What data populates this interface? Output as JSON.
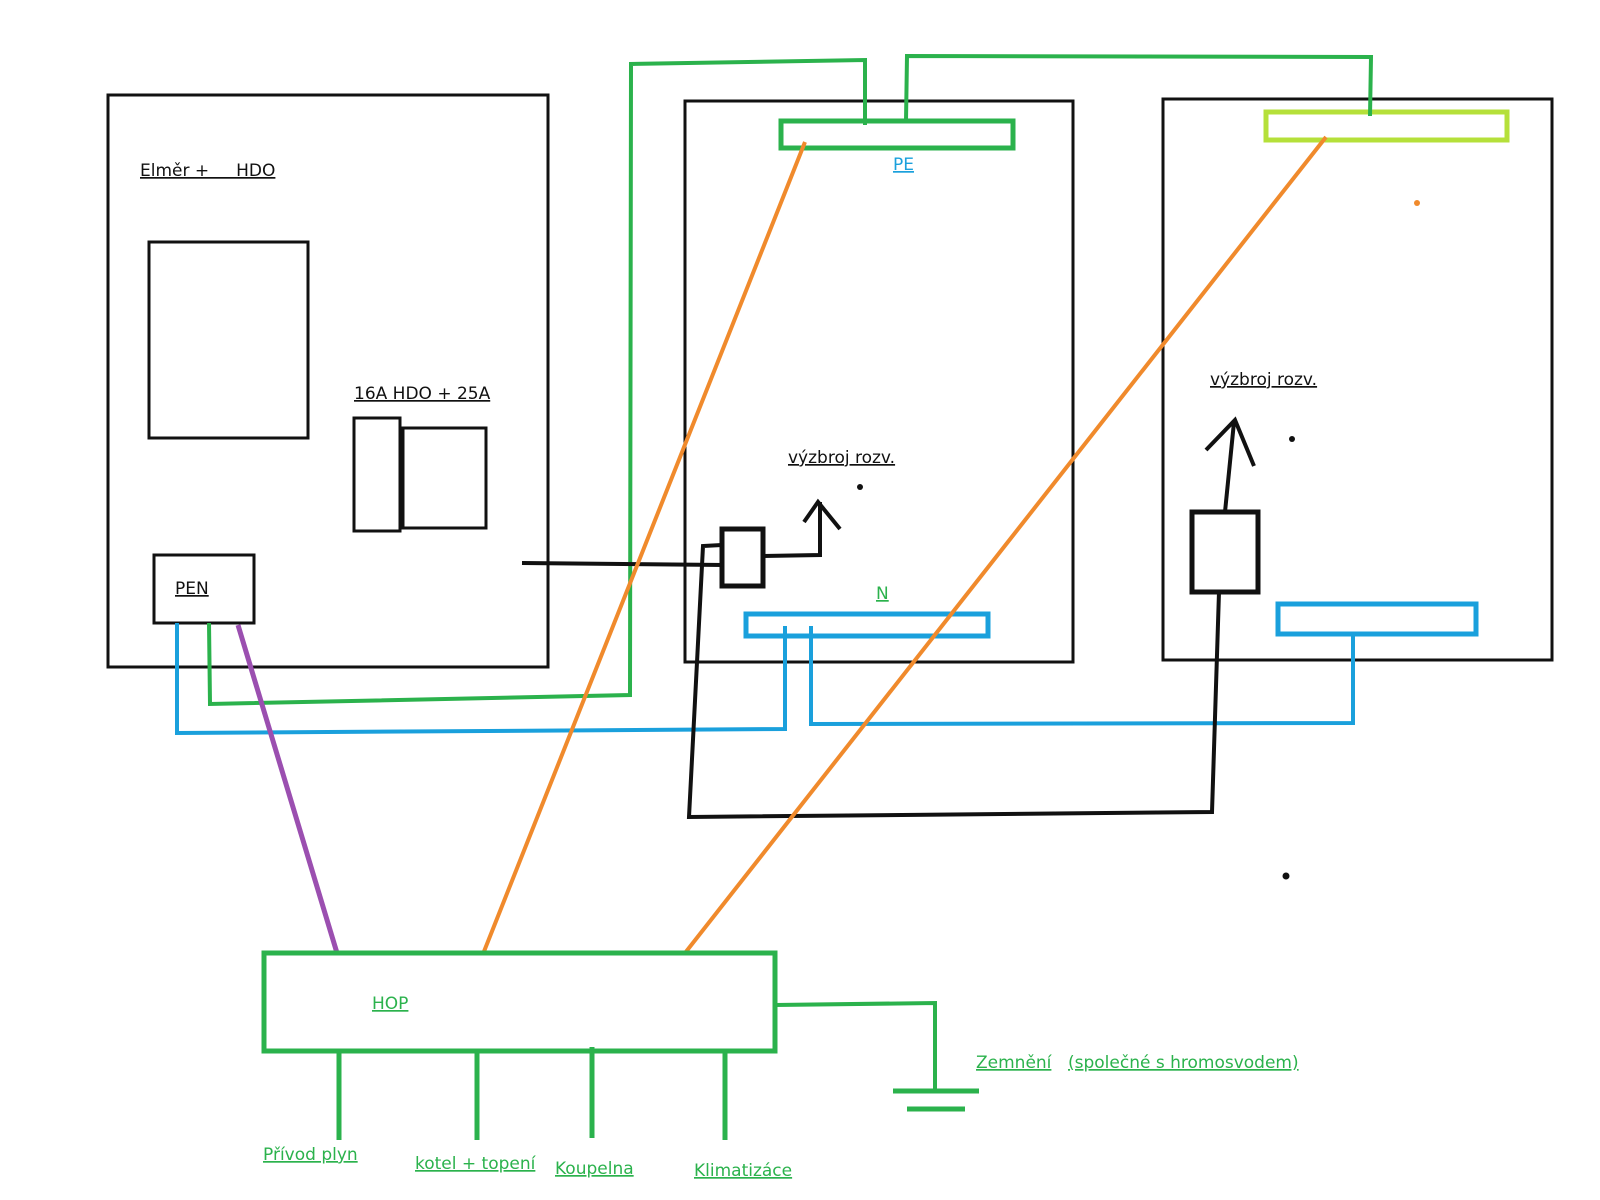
{
  "labels": {
    "elmer": "Elměr +     HDO",
    "breaker": "16A HDO + 25A",
    "pen": "PEN",
    "pe": "PE",
    "n": "N",
    "equipment_middle": "výzbroj rozv.",
    "equipment_right": "výzbroj rozv.",
    "hop": "HOP",
    "grounding": "Zemnění",
    "grounding_note": "(společné s hromosvodem)",
    "gas": "Přívod plyn",
    "boiler": "kotel + topení",
    "bathroom": "Koupelna",
    "aircon": "Klimatizáce"
  },
  "colors": {
    "outline": "#111111",
    "pe_wire": "#2bb24c",
    "n_wire": "#1aa0dc",
    "bonding_wire": "#f08a2c",
    "pen_wire": "#9b4fb0",
    "pe_bar_right": "#b5e03a"
  }
}
